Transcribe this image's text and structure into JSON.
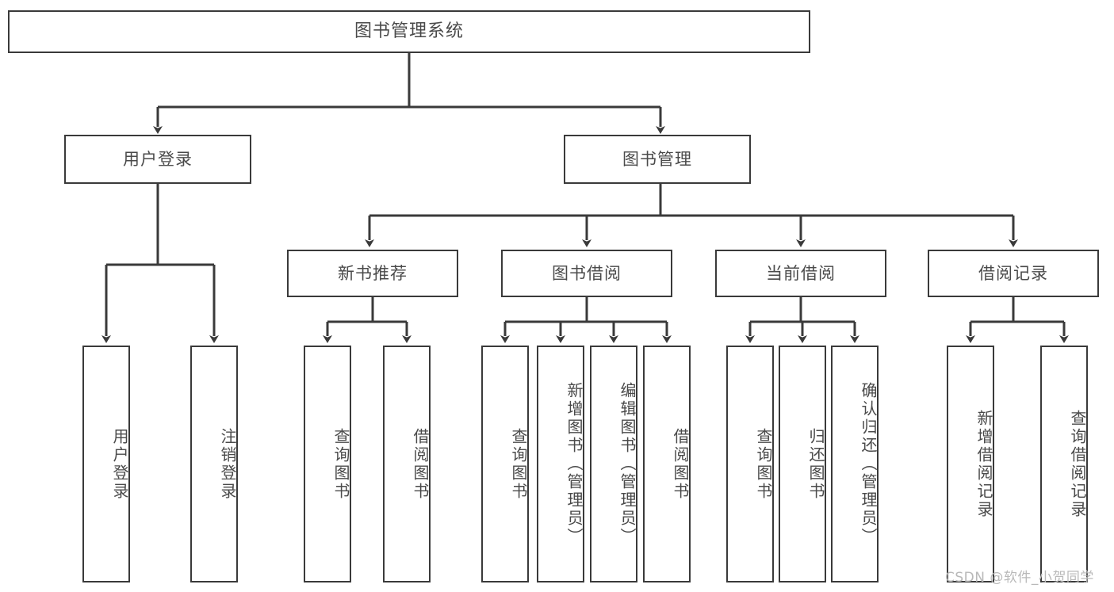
{
  "diagram": {
    "title": "图书管理系统",
    "type": "hierarchy-tree",
    "watermark": "CSDN @软件_小贺同学",
    "colors": {
      "stroke": "#3a3a3a",
      "text": "#4a4a4a",
      "background": "#ffffff",
      "watermark": "#b9b9b9"
    },
    "nodes": {
      "root": {
        "label": "图书管理系统"
      },
      "level1": [
        {
          "id": "user-login",
          "label": "用户登录"
        },
        {
          "id": "book-manage",
          "label": "图书管理"
        }
      ],
      "level2": [
        {
          "id": "new-book-recommend",
          "label": "新书推荐"
        },
        {
          "id": "book-borrow",
          "label": "图书借阅"
        },
        {
          "id": "current-borrow",
          "label": "当前借阅"
        },
        {
          "id": "borrow-record",
          "label": "借阅记录"
        }
      ],
      "leaves": [
        {
          "id": "leaf-user-login",
          "label": "用户登录"
        },
        {
          "id": "leaf-logout-login",
          "label": "注销登录"
        },
        {
          "id": "leaf-query-book-1",
          "label": "查询图书"
        },
        {
          "id": "leaf-borrow-book-1",
          "label": "借阅图书"
        },
        {
          "id": "leaf-query-book-2",
          "label": "查询图书"
        },
        {
          "id": "leaf-add-book",
          "label": "新增图书（管理员）"
        },
        {
          "id": "leaf-edit-book",
          "label": "编辑图书（管理员）"
        },
        {
          "id": "leaf-borrow-book-2",
          "label": "借阅图书"
        },
        {
          "id": "leaf-query-book-3",
          "label": "查询图书"
        },
        {
          "id": "leaf-return-book",
          "label": "归还图书"
        },
        {
          "id": "leaf-confirm-return",
          "label": "确认归还（管理员）"
        },
        {
          "id": "leaf-add-record",
          "label": "新增借阅记录"
        },
        {
          "id": "leaf-query-record",
          "label": "查询借阅记录"
        }
      ]
    }
  }
}
